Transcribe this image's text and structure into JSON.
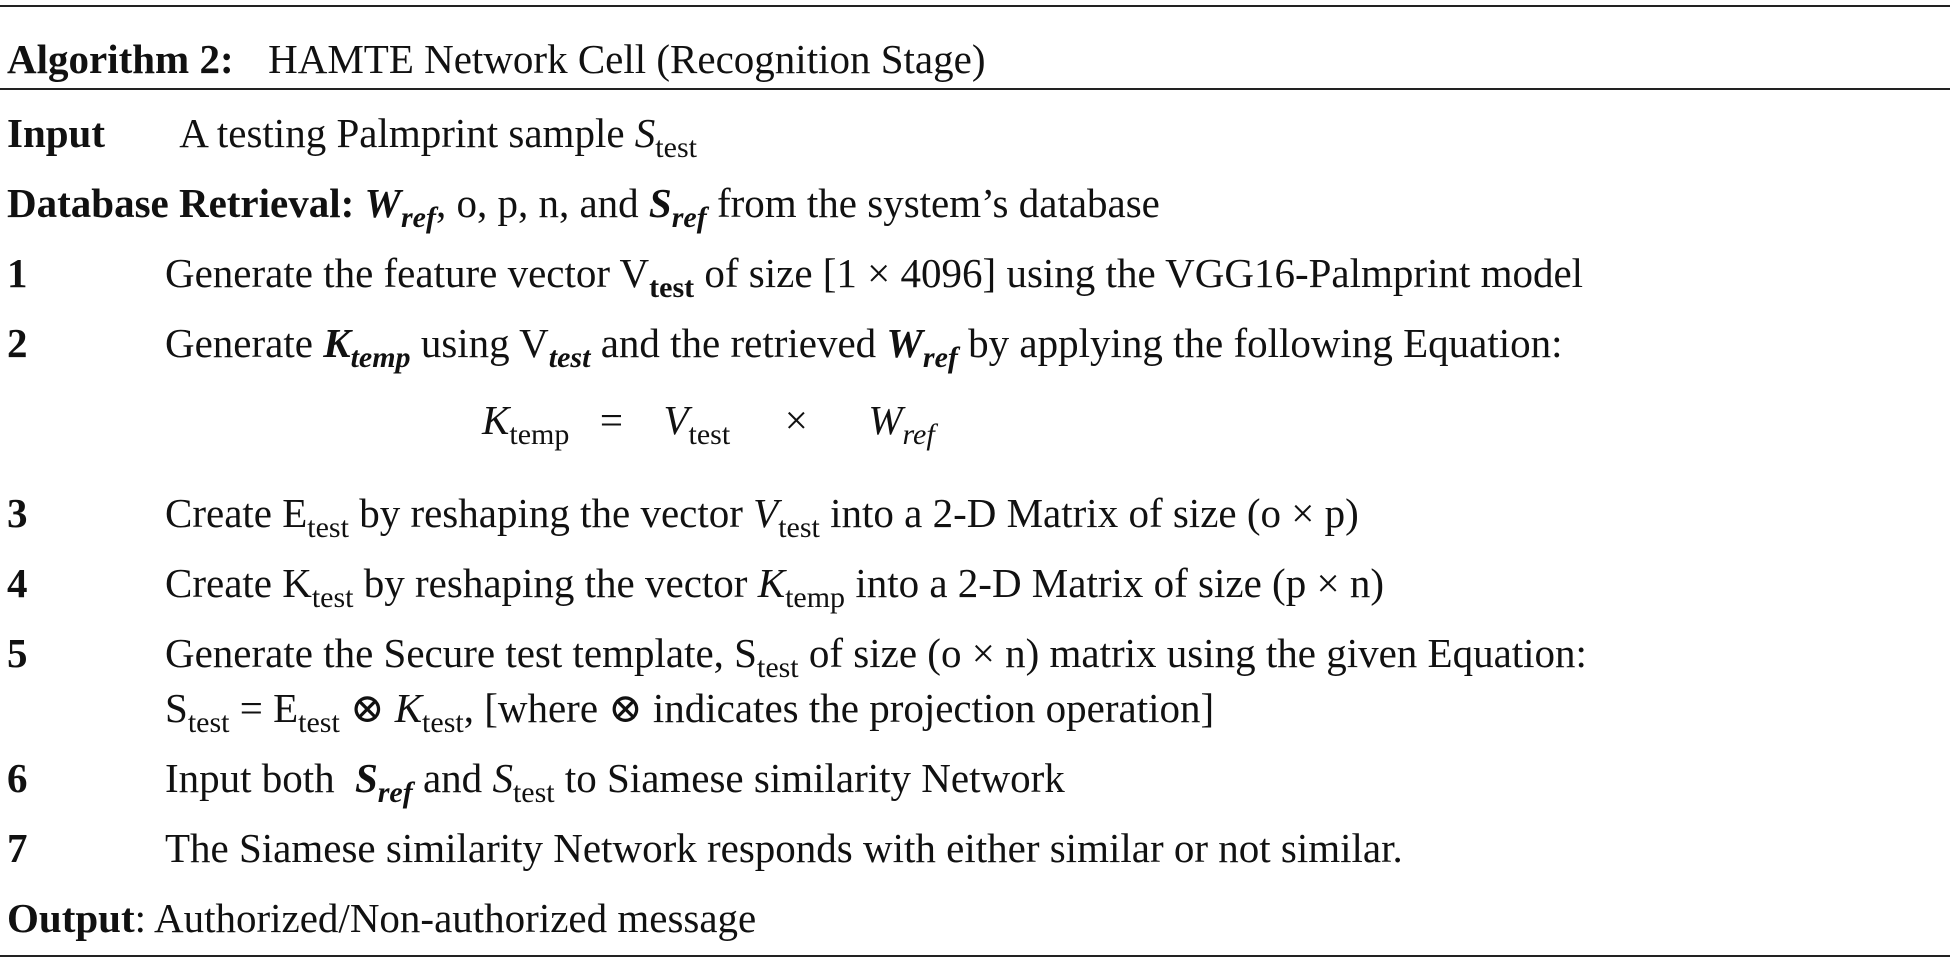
{
  "algorithm": {
    "label": "Algorithm 2:",
    "title": "HAMTE Network Cell (Recognition Stage)"
  },
  "input": {
    "label": "Input",
    "text": "A testing Palmprint sample ",
    "sym": "S",
    "sub": "test"
  },
  "database": {
    "label": "Database Retrieval: ",
    "w": "W",
    "w_sub": "ref",
    "middle": ", o, p, n, and ",
    "s": "S",
    "s_sub": "ref",
    "tail": " from the system’s database"
  },
  "steps": {
    "s1": {
      "num": "1",
      "a": "Generate the feature vector V",
      "a_sub": "test",
      "b": " of size [1 × 4096] using the VGG16-Palmprint model"
    },
    "s2": {
      "num": "2",
      "a": "Generate ",
      "k": "K",
      "k_sub": "temp",
      "b": " using V",
      "v_sub": "test",
      "c": " and the retrieved ",
      "w": "W",
      "w_sub": "ref",
      "d": " by applying the following Equation:"
    },
    "eq2": {
      "k": "K",
      "k_sub": "temp",
      "equals": "=",
      "v": "V",
      "v_sub": "test",
      "times": "×",
      "w": "W",
      "w_sub": "ref"
    },
    "s3": {
      "num": "3",
      "a": "Create E",
      "a_sub": "test",
      "b": " by reshaping the vector ",
      "v": "V",
      "v_sub": "test",
      "c": " into a 2-D Matrix of size (o × p)"
    },
    "s4": {
      "num": "4",
      "a": "Create K",
      "a_sub": "test",
      "b": " by reshaping the vector ",
      "k": "K",
      "k_sub": "temp",
      "c": " into a 2-D Matrix of size (p × n)"
    },
    "s5": {
      "num": "5",
      "a": "Generate the Secure test template, S",
      "a_sub": "test",
      "b": " of size (o × n) matrix using the given Equation:",
      "l2a": "S",
      "l2a_sub": "test",
      "l2b": " = E",
      "l2b_sub": "test",
      "l2c": " ⊗ ",
      "l2k": "K",
      "l2k_sub": "test",
      "l2d": ", [where ⊗ indicates the projection operation]"
    },
    "s6": {
      "num": "6",
      "a": "Input both ",
      "s": "S",
      "s_sub": "ref",
      "b": " and ",
      "s2": "S",
      "s2_sub": "test",
      "c": " to Siamese similarity Network"
    },
    "s7": {
      "num": "7",
      "a": "The Siamese similarity Network responds with either similar or not similar."
    }
  },
  "output": {
    "label": "Output",
    "text": ": Authorized/Non-authorized message"
  }
}
